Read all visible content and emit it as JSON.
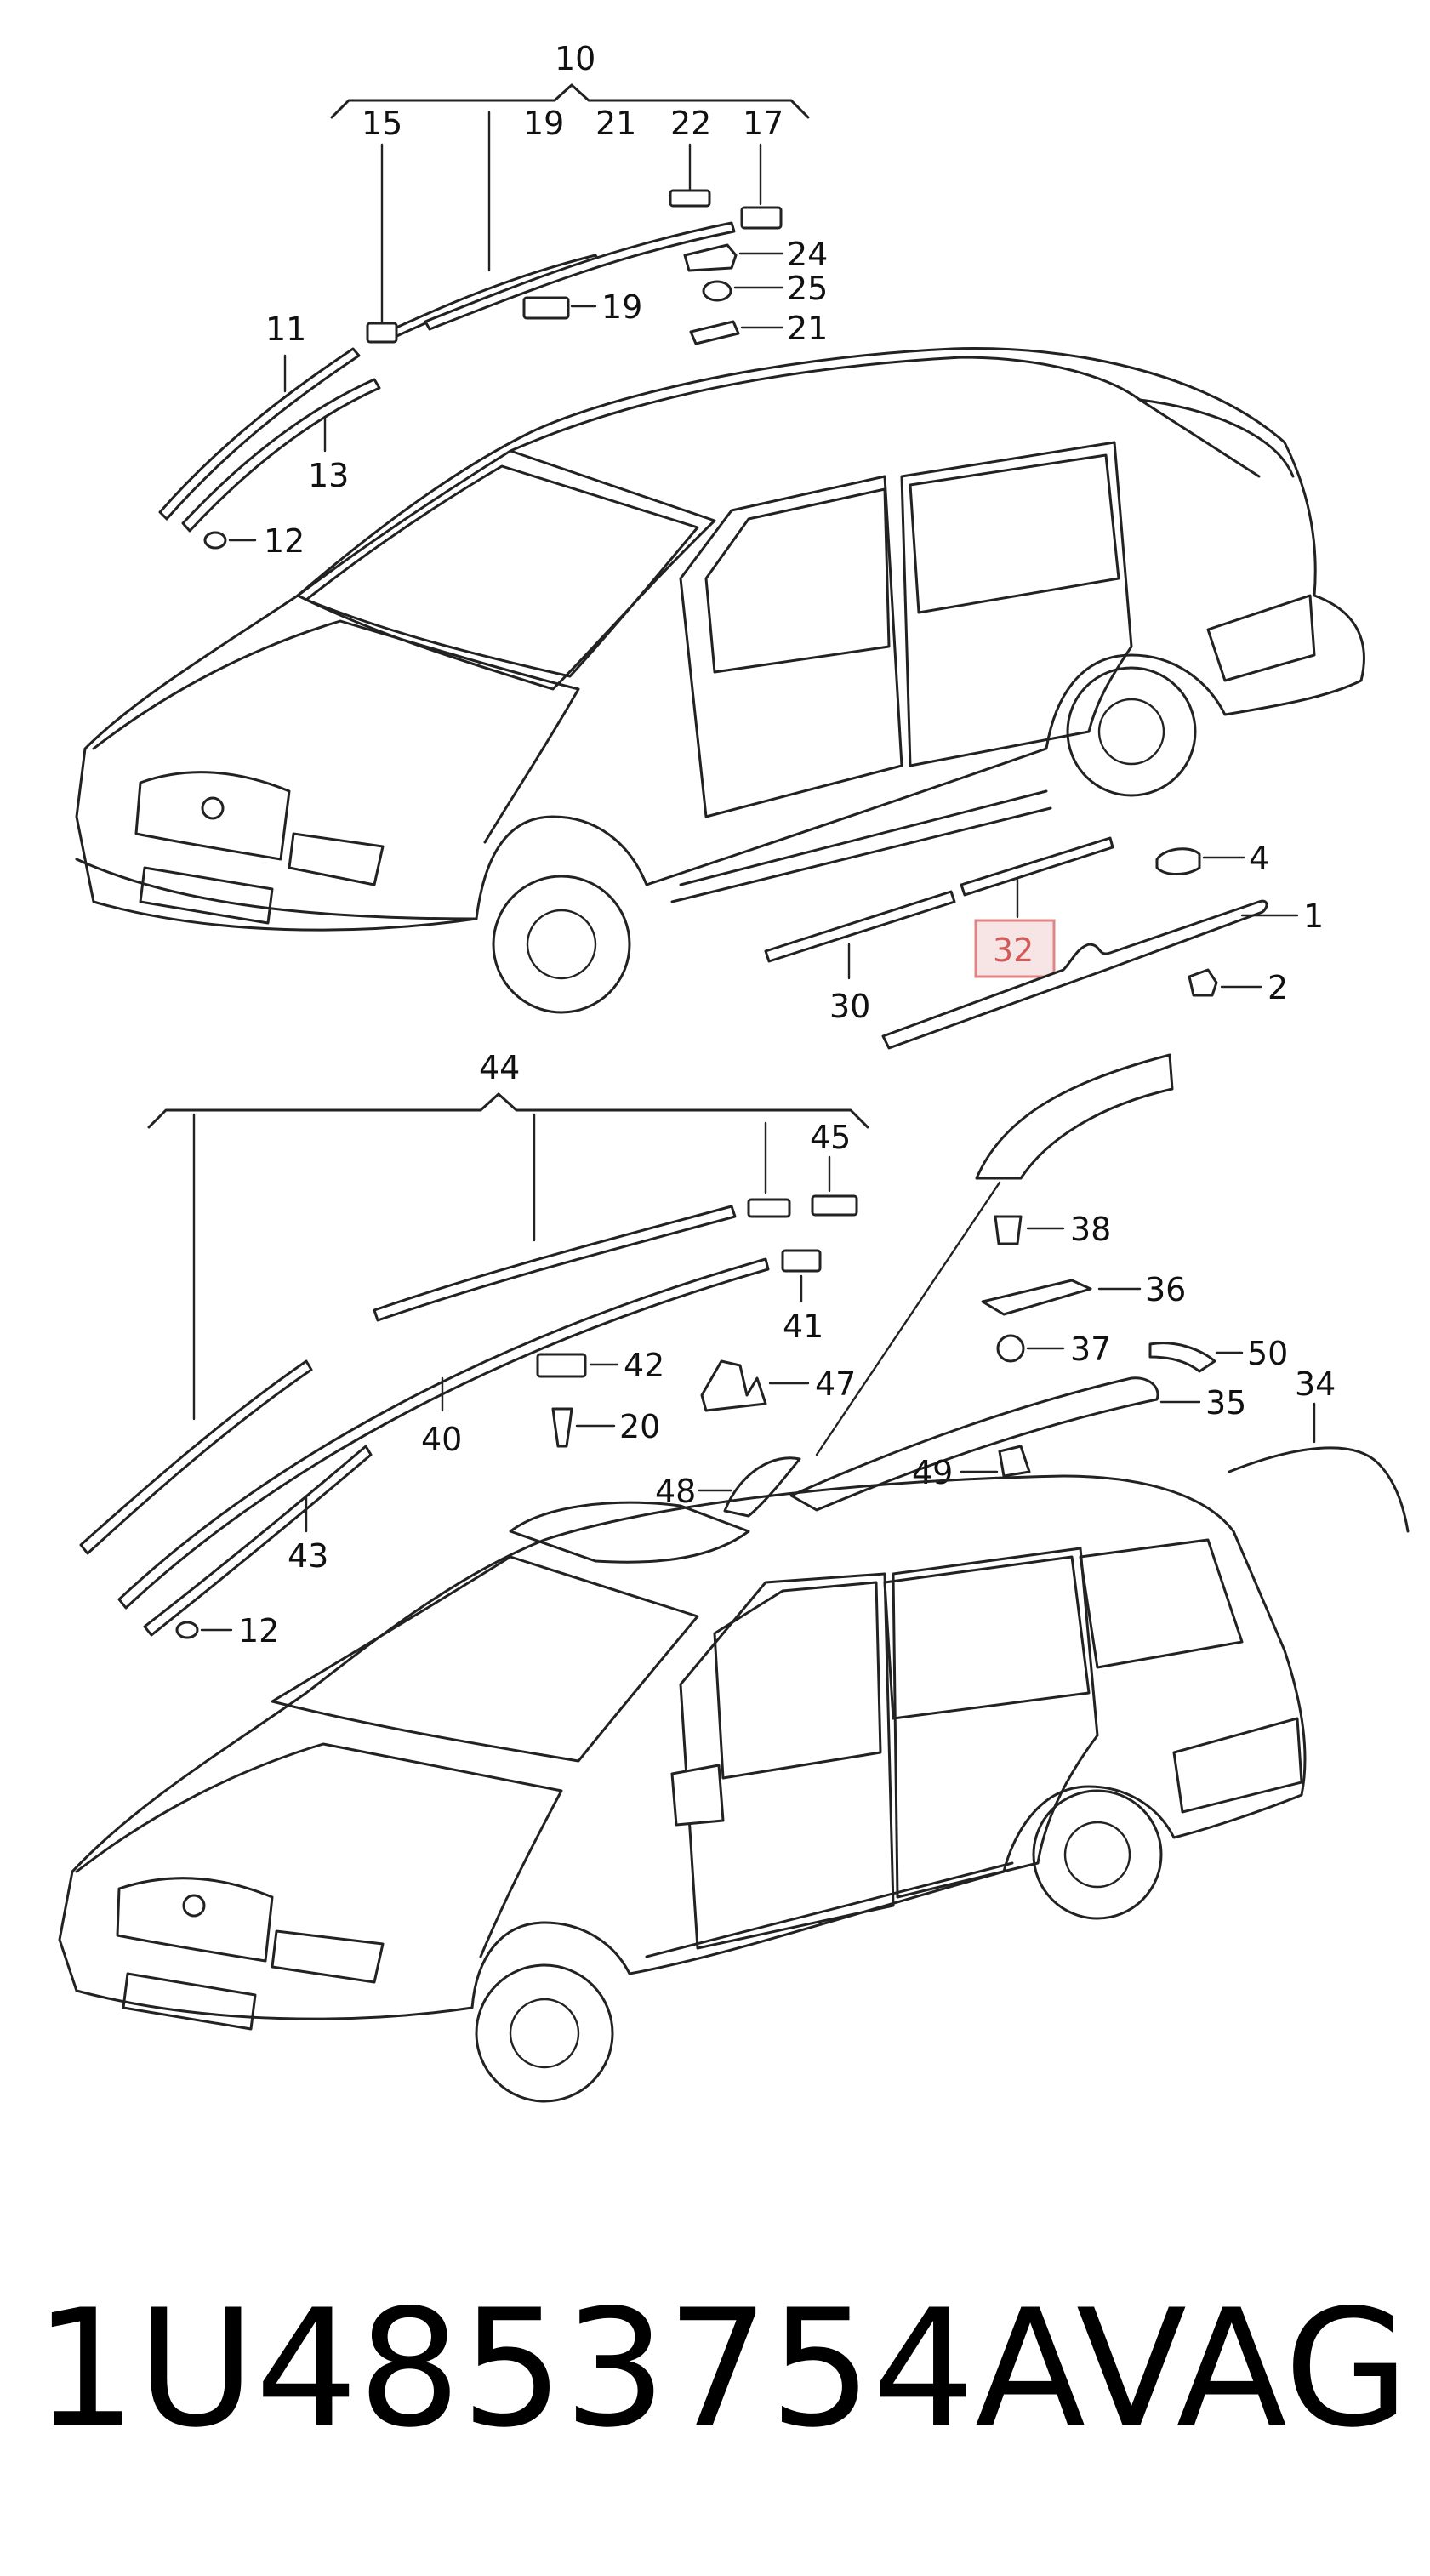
{
  "callouts": {
    "c10": "10",
    "c15": "15",
    "c19a": "19",
    "c21a": "21",
    "c22": "22",
    "c17": "17",
    "c24": "24",
    "c25": "25",
    "c19b": "19",
    "c21b": "21",
    "c11": "11",
    "c13": "13",
    "c12a": "12",
    "c4": "4",
    "c1": "1",
    "c32": "32",
    "c2": "2",
    "c30": "30",
    "c44": "44",
    "c45": "45",
    "c38": "38",
    "c36": "36",
    "c41": "41",
    "c42": "42",
    "c47": "47",
    "c37": "37",
    "c50": "50",
    "c34": "34",
    "c20": "20",
    "c35": "35",
    "c40": "40",
    "c49": "49",
    "c48": "48",
    "c43": "43",
    "c12b": "12"
  },
  "highlight": {
    "number": "32",
    "fill": "#f7e4e4",
    "border": "#e08585"
  },
  "footer": {
    "part_number": "1U4853754A",
    "brand": "VAG"
  }
}
